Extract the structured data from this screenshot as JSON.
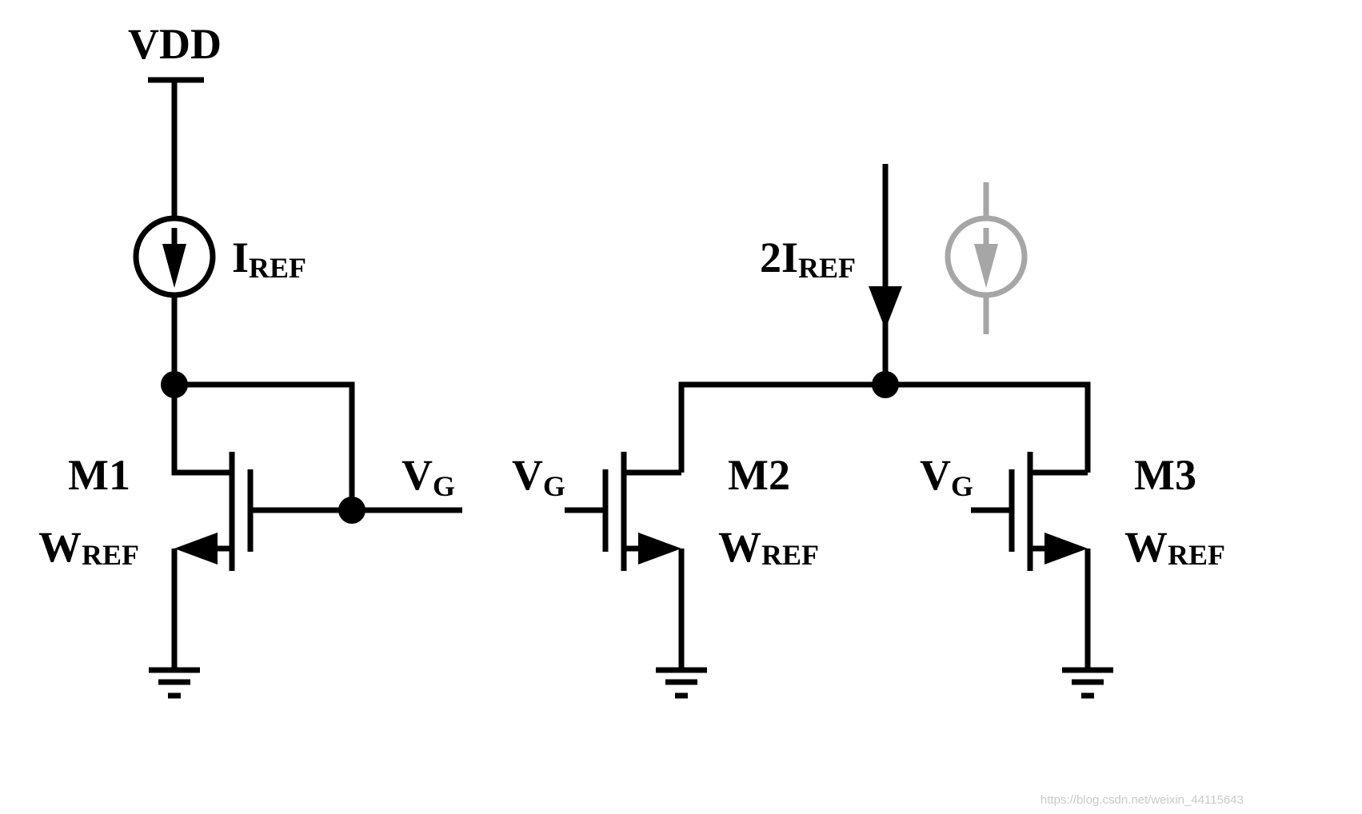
{
  "labels": {
    "vdd": "VDD",
    "iref_main": "I",
    "iref_sub": "REF",
    "iref2_main": "2I",
    "iref2_sub": "REF",
    "vg_main": "V",
    "vg_sub": "G",
    "m1": "M1",
    "m2": "M2",
    "m3": "M3",
    "w_main": "W",
    "w_sub": "REF"
  },
  "watermark": "https://blog.csdn.net/weixin_44115643",
  "colors": {
    "wire": "#000000",
    "ghost_source": "#a6a6a6",
    "watermark": "#c9c9c9",
    "background": "#ffffff"
  }
}
